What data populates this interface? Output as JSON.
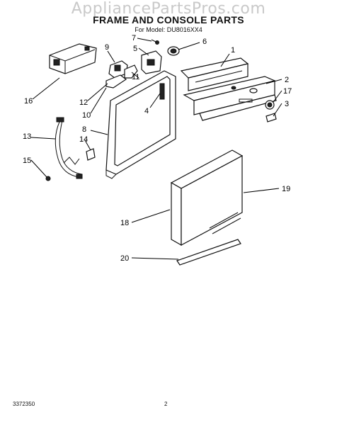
{
  "watermark": "AppliancePartsPros.com",
  "title": "FRAME AND CONSOLE PARTS",
  "subtitle": "For Model: DU8016XX4",
  "footer": {
    "doc_number": "3372350",
    "page": "2"
  },
  "callouts": {
    "c1": "1",
    "c2": "2",
    "c3": "3",
    "c4": "4",
    "c5": "5",
    "c6": "6",
    "c7": "7",
    "c8": "8",
    "c9": "9",
    "c10": "10",
    "c11": "11",
    "c12": "12",
    "c13": "13",
    "c14": "14",
    "c15": "15",
    "c16": "16",
    "c17": "17",
    "c18": "18",
    "c19": "19",
    "c20": "20"
  }
}
